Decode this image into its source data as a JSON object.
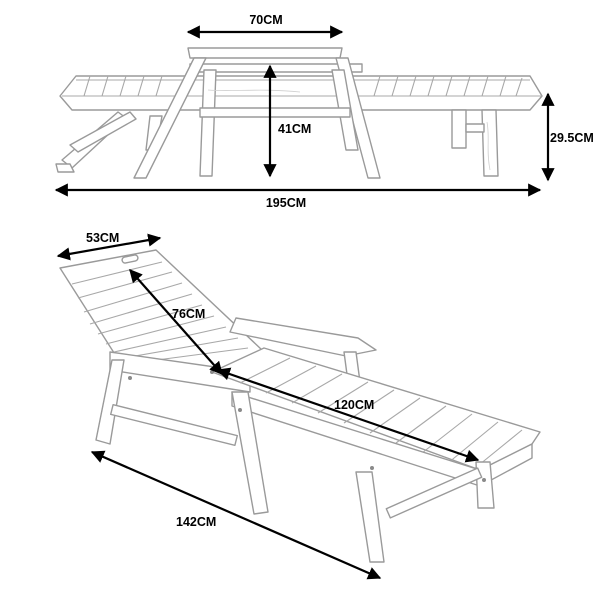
{
  "dimensions": {
    "tray_width": "70CM",
    "seat_height": "41CM",
    "leg_height": "29.5CM",
    "total_length": "195CM",
    "chair_width": "53CM",
    "backrest_length": "76CM",
    "seat_length": "120CM",
    "folded_length": "142CM"
  },
  "colors": {
    "outline": "#9a9a9a",
    "arrow": "#000000",
    "background": "#ffffff"
  }
}
